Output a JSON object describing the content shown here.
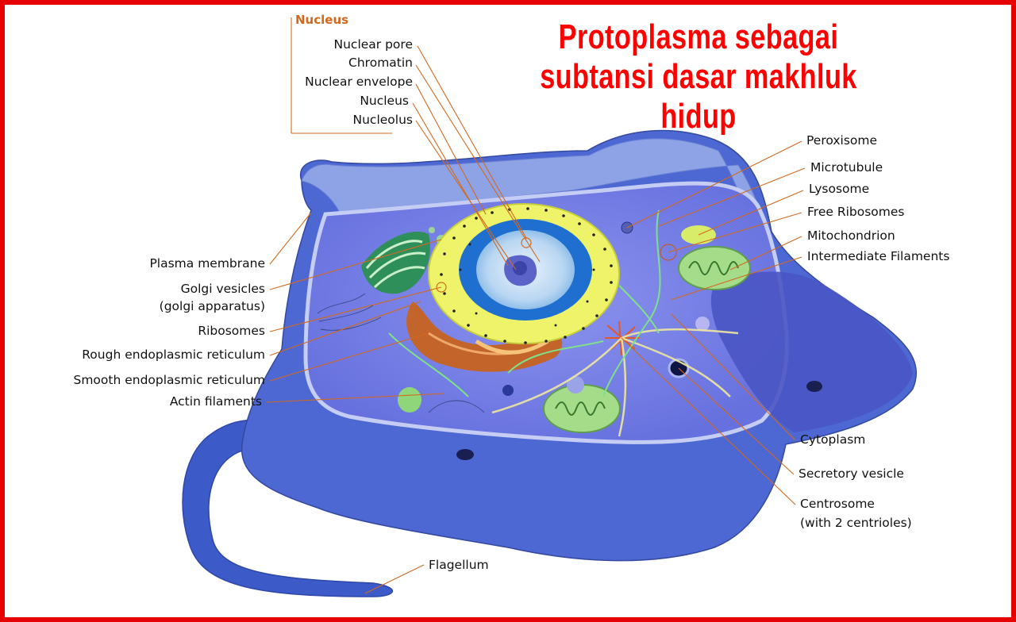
{
  "title": {
    "line1": "Protoplasma sebagai",
    "line2": "subtansi dasar makhluk hidup"
  },
  "colors": {
    "border": "#e60000",
    "title": "#ff0000",
    "leader": "#d2691e",
    "cell_outer": "#4a63cf",
    "cytoplasm": "#7d86e8",
    "nucleus_envelope": "#eef36a",
    "nucleoplasm": "#1e6fd0"
  },
  "nucleus_group": {
    "heading": "Nucleus",
    "items": [
      "Nuclear pore",
      "Chromatin",
      "Nuclear envelope",
      "Nucleus",
      "Nucleolus"
    ]
  },
  "labels_left": [
    "Plasma membrane",
    "Golgi vesicles",
    "(golgi apparatus)",
    "Ribosomes",
    "Rough endoplasmic reticulum",
    "Smooth endoplasmic reticulum",
    "Actin filaments"
  ],
  "labels_right": [
    "Peroxisome",
    "Microtubule",
    "Lysosome",
    "Free Ribosomes",
    "Mitochondrion",
    "Intermediate Filaments",
    "Cytoplasm",
    "Secretory vesicle",
    "Centrosome",
    "(with 2 centrioles)"
  ],
  "labels_bottom": [
    "Flagellum"
  ]
}
